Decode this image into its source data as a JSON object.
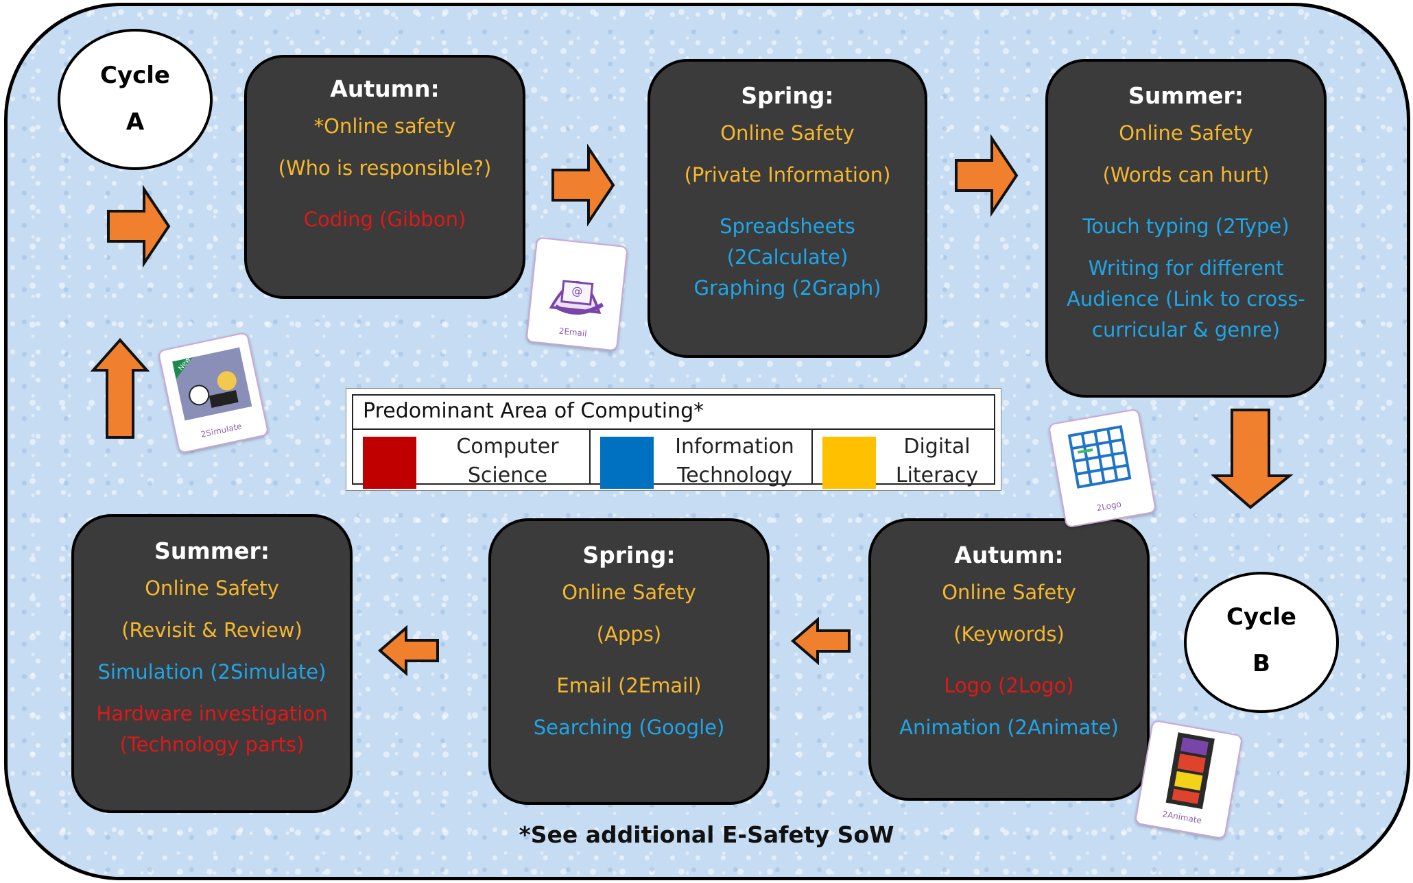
{
  "cycles": {
    "a": {
      "word": "Cycle",
      "letter": "A"
    },
    "b": {
      "word": "Cycle",
      "letter": "B"
    }
  },
  "cycle_a": {
    "autumn": {
      "title": "Autumn:",
      "l1": "*Online safety",
      "l2": "(Who is responsible?)",
      "l3": "Coding (Gibbon)"
    },
    "spring": {
      "title": "Spring:",
      "l1": "Online Safety",
      "l2": "(Private Information)",
      "l3": "Spreadsheets",
      "l4": "(2Calculate)",
      "l5": "Graphing (2Graph)"
    },
    "summer": {
      "title": "Summer:",
      "l1": "Online Safety",
      "l2": "(Words can hurt)",
      "l3": "Touch typing (2Type)",
      "l4": "Writing for different",
      "l5": "Audience (Link to cross-",
      "l6": "curricular & genre)"
    }
  },
  "cycle_b": {
    "autumn": {
      "title": "Autumn:",
      "l1": "Online Safety",
      "l2": "(Keywords)",
      "l3": "Logo (2Logo)",
      "l4": "Animation (2Animate)"
    },
    "spring": {
      "title": "Spring:",
      "l1": "Online Safety",
      "l2": "(Apps)",
      "l3": "Email (2Email)",
      "l4": "Searching (Google)"
    },
    "summer": {
      "title": "Summer:",
      "l1": "Online Safety",
      "l2": "(Revisit & Review)",
      "l3": "Simulation (2Simulate)",
      "l4": "Hardware investigation",
      "l5": "(Technology parts)"
    }
  },
  "legend": {
    "title": "Predominant  Area of Computing*",
    "items": [
      {
        "l1": "Computer",
        "l2": "Science",
        "color": "#c00000"
      },
      {
        "l1": "Information",
        "l2": "Technology",
        "color": "#0070c0"
      },
      {
        "l1": "Digital",
        "l2": "Literacy",
        "color": "#ffc000"
      }
    ]
  },
  "cards": {
    "email": "2Email",
    "simulate": "2Simulate",
    "simulate_badge": "New",
    "logo": "2Logo",
    "animate": "2Animate"
  },
  "colors": {
    "box": "#3b3b3b",
    "arrow": "#f07f2e",
    "online_safety": "#f5b82e",
    "it": "#1fa6e8",
    "cs": "#e01818"
  },
  "footnote": "*See additional E-Safety SoW"
}
